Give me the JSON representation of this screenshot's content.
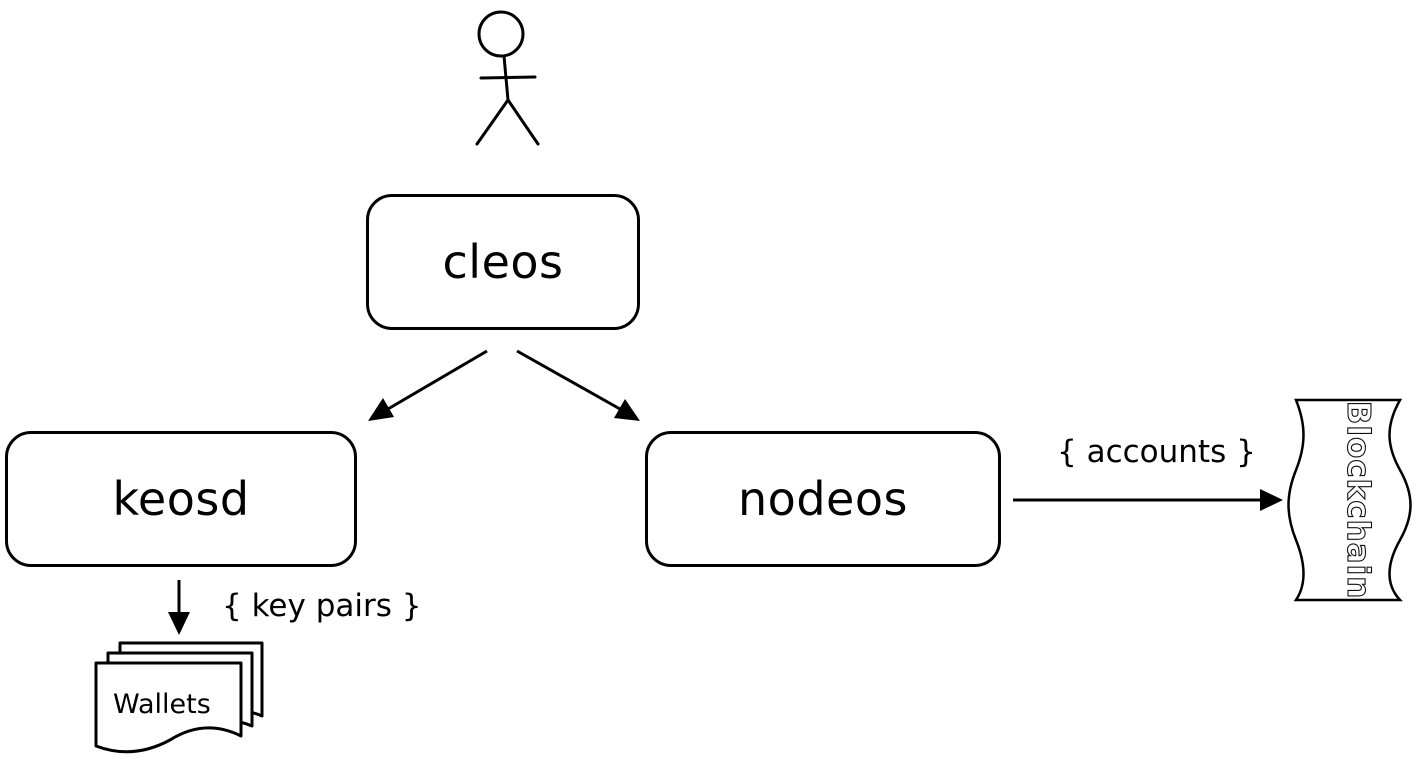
{
  "nodes": {
    "cleos": "cleos",
    "keosd": "keosd",
    "nodeos": "nodeos"
  },
  "edges": {
    "accounts": "{ accounts }",
    "key_pairs": "{ key pairs }"
  },
  "stores": {
    "wallets": "Wallets",
    "blockchain": "Blockchain"
  }
}
